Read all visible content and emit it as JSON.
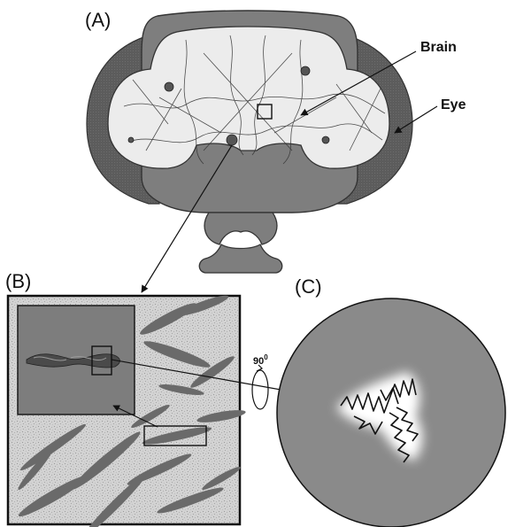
{
  "panels": {
    "a": {
      "label": "(A)"
    },
    "b": {
      "label": "(B)"
    },
    "c": {
      "label": "(C)"
    }
  },
  "callouts": {
    "brain": "Brain",
    "eye": "Eye"
  },
  "rotation": {
    "value": "90",
    "superscript": "0"
  },
  "colors": {
    "eye_dark": "#5b5b5b",
    "head_gray": "#7e7e7e",
    "brain_bg": "#ececec",
    "fibril": "#6a6a6a",
    "circle_fill": "#8a8a8a",
    "inset_fill": "#7d7d7d"
  }
}
